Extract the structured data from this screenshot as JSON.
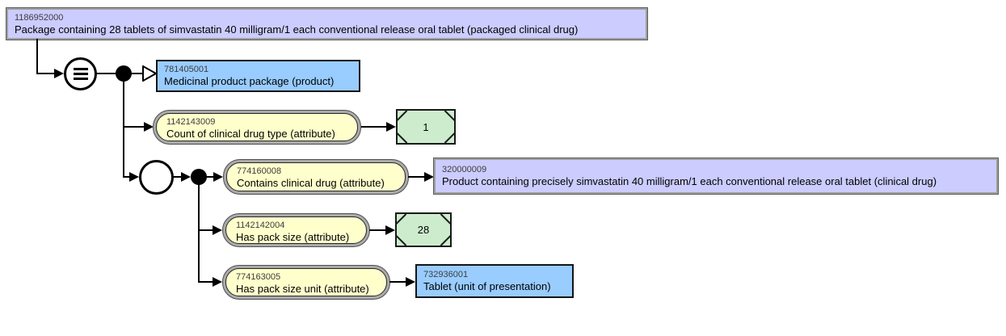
{
  "diagram": {
    "type": "snomed-ct-concept-diagram",
    "root": {
      "id": "1186952000",
      "term": "Package containing 28 tablets of simvastatin 40 milligram/1 each conventional release oral tablet (packaged clinical drug)"
    },
    "definition_status": "sufficiently defined (equivalent-to)",
    "isa": {
      "id": "781405001",
      "term": "Medicinal product package (product)"
    },
    "count_attr": {
      "id": "1142143009",
      "term": "Count of clinical drug type (attribute)"
    },
    "count_value": "1",
    "contains_attr": {
      "id": "774160008",
      "term": "Contains clinical drug (attribute)"
    },
    "contains_target": {
      "id": "320000009",
      "term": "Product containing precisely simvastatin 40 milligram/1 each conventional release oral tablet (clinical drug)"
    },
    "pack_size_attr": {
      "id": "1142142004",
      "term": "Has pack size (attribute)"
    },
    "pack_size_value": "28",
    "pack_unit_attr": {
      "id": "774163005",
      "term": "Has pack size unit (attribute)"
    },
    "pack_unit_target": {
      "id": "732936001",
      "term": "Tablet (unit of presentation)"
    },
    "icons": {
      "definition_status": "equivalent-to-icon (circle with three horizontal bars)",
      "conjunction": "filled-black-circle",
      "role_group": "open-white-circle",
      "isa_arrow": "open-triangle-arrowhead",
      "relationship_arrow": "solid-triangle-arrowhead"
    },
    "colors": {
      "defined_concept_fill": "#ccccff",
      "primitive_concept_fill": "#99ccff",
      "attribute_fill": "#ffffcc",
      "concrete_value_fill": "#cdeccd",
      "connector": "#000000",
      "defined_concept_border": "#9e9e9e"
    }
  }
}
